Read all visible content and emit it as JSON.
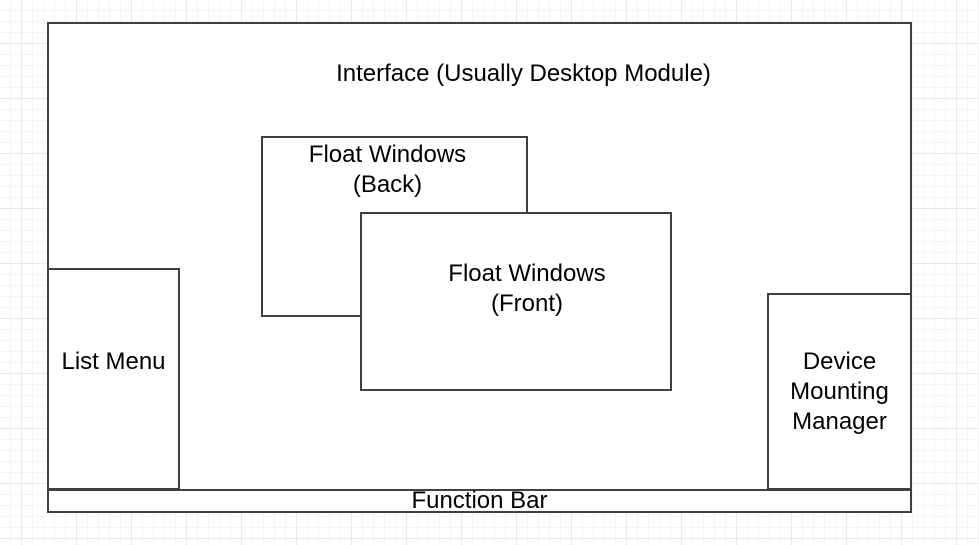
{
  "canvas": {
    "background_color": "#ffffff",
    "grid_minor_color": "#f4f4f4",
    "grid_major_color": "#e9e9e9",
    "shape_border_color": "#404040",
    "shape_fill_color": "#ffffff",
    "text_color": "#000000"
  },
  "diagram": {
    "interface": {
      "label": "Interface (Usually Desktop Module)"
    },
    "float_window_back": {
      "label": "Float Windows\n(Back)"
    },
    "float_window_front": {
      "label": "Float Windows\n(Front)"
    },
    "list_menu": {
      "label": "List Menu"
    },
    "device_mounting_manager": {
      "label": "Device\nMounting\nManager"
    },
    "function_bar": {
      "label": "Function Bar"
    }
  }
}
